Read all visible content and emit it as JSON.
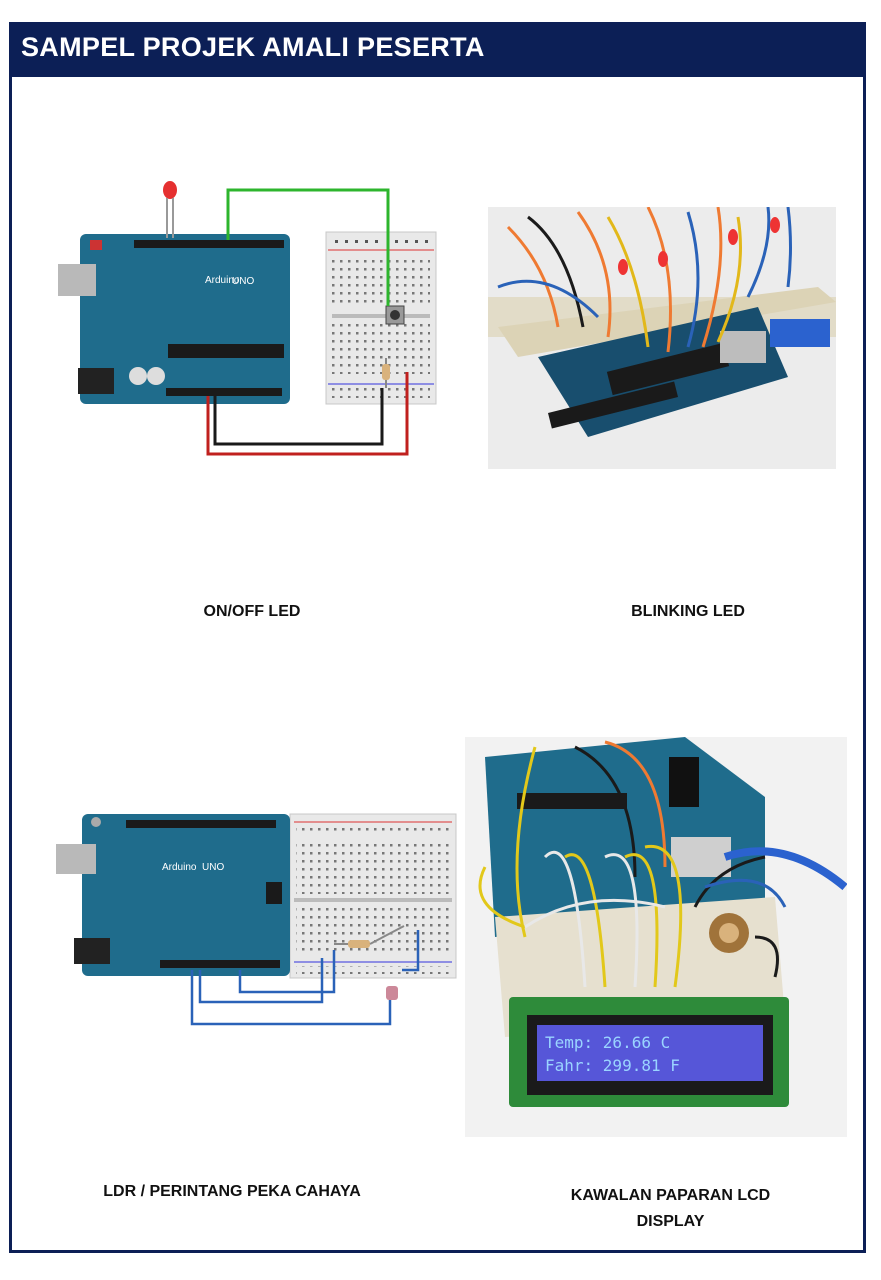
{
  "header": {
    "title": "SAMPEL PROJEK AMALI PESERTA"
  },
  "projects": [
    {
      "caption": "ON/OFF LED"
    },
    {
      "caption": "BLINKING  LED"
    },
    {
      "caption": "LDR / PERINTANG PEKA CAHAYA"
    },
    {
      "caption_line1": "KAWALAN PAPARAN LCD",
      "caption_line2": "DISPLAY"
    }
  ],
  "board_text": {
    "brand": "Arduino",
    "model": "UNO",
    "lcd_line1": "Temp: 26.66  C",
    "lcd_line2": "Fahr: 299.81 F"
  },
  "colors": {
    "header": "#0c1f56",
    "board": "#1f6c8c",
    "wire_red": "#c0201e",
    "wire_black": "#1a1a1a",
    "wire_green": "#2db52d",
    "wire_blue": "#2a62b8",
    "lcd": "#5656d8"
  }
}
